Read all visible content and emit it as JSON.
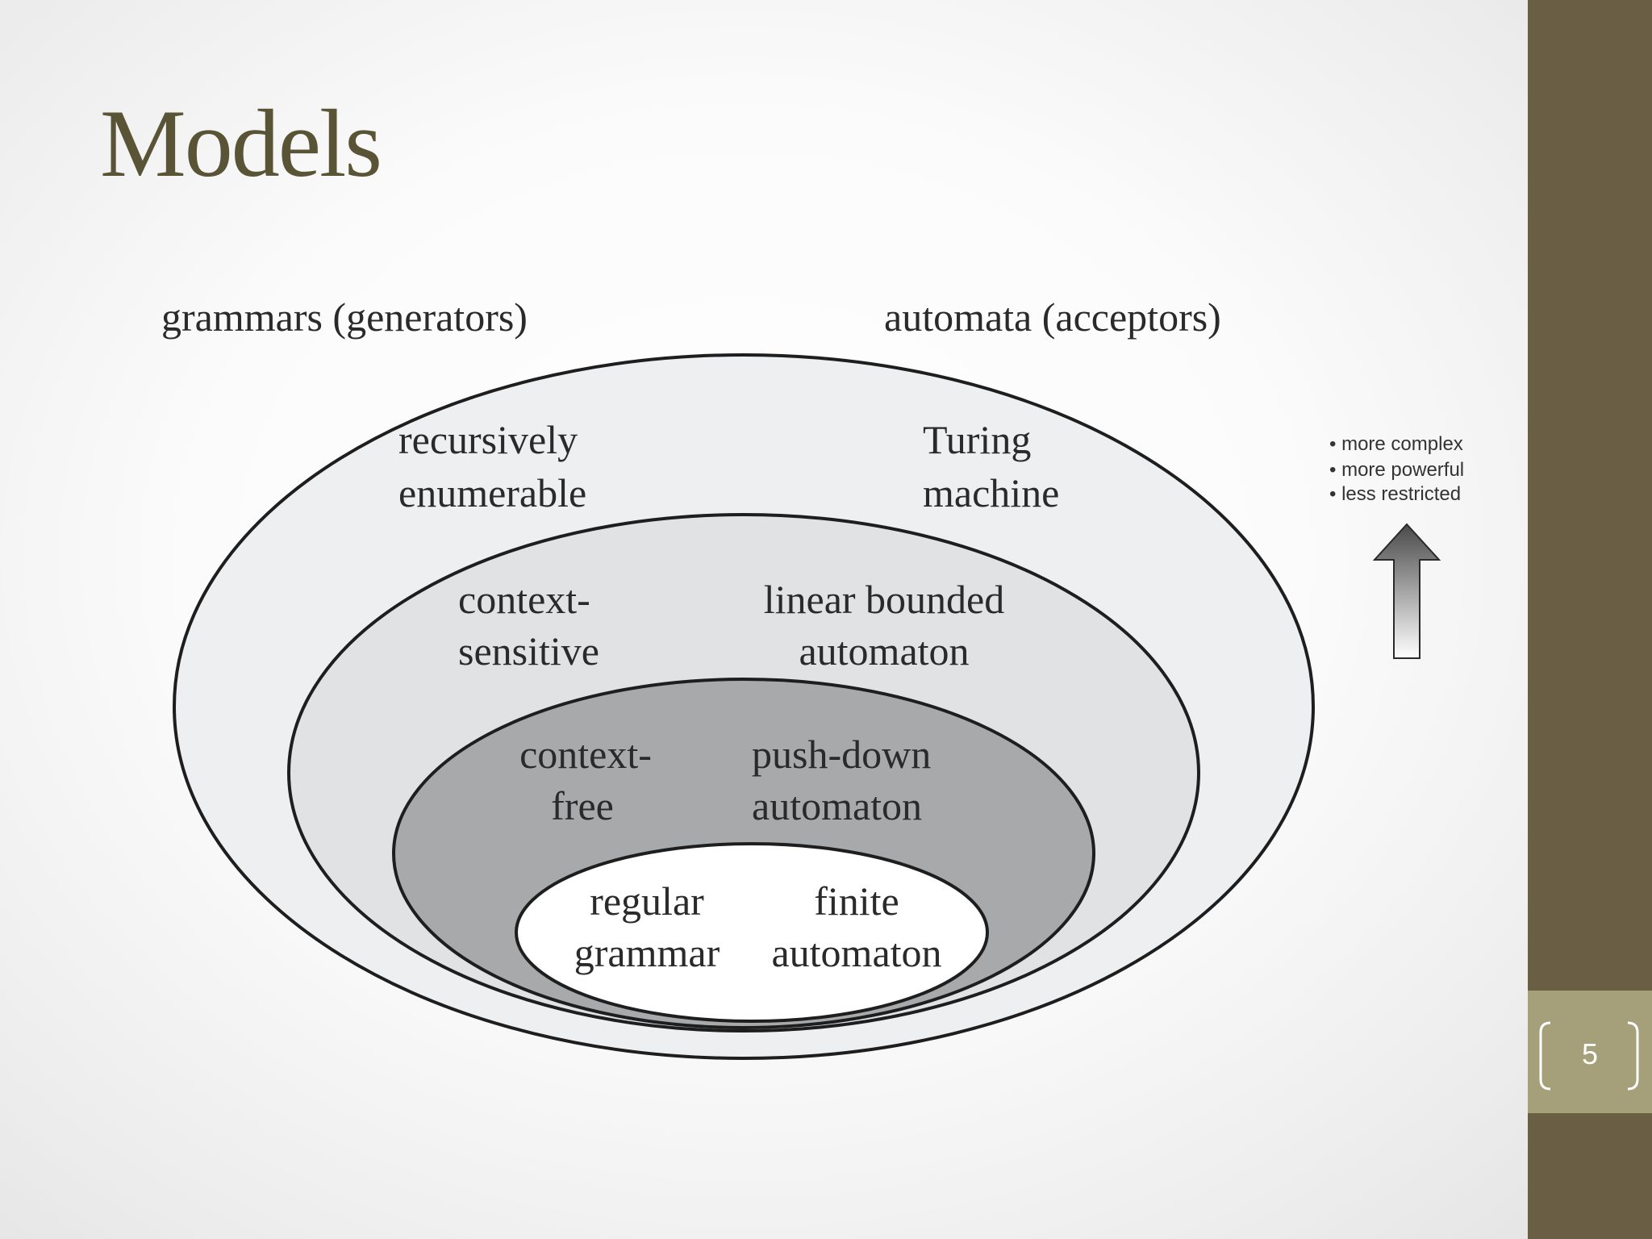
{
  "slide": {
    "title": "Models",
    "page_number": "5",
    "colors": {
      "sidebar": "#6a5f45",
      "page_tab": "#a5a07a",
      "title": "#5a5437"
    }
  },
  "diagram": {
    "header_left": "grammars (generators)",
    "header_right": "automata (acceptors)",
    "levels": [
      {
        "grammar": [
          "recursively",
          "enumerable"
        ],
        "automaton": [
          "Turing",
          "machine"
        ]
      },
      {
        "grammar": [
          "context-",
          "sensitive"
        ],
        "automaton": [
          "linear bounded",
          "automaton"
        ]
      },
      {
        "grammar": [
          "context-",
          "free"
        ],
        "automaton": [
          "push-down",
          "automaton"
        ]
      },
      {
        "grammar": [
          "regular",
          "grammar"
        ],
        "automaton": [
          "finite",
          "automaton"
        ]
      }
    ],
    "legend": [
      "• more complex",
      "• more powerful",
      "• less restricted"
    ],
    "arrow_icon": "up-arrow-icon"
  }
}
